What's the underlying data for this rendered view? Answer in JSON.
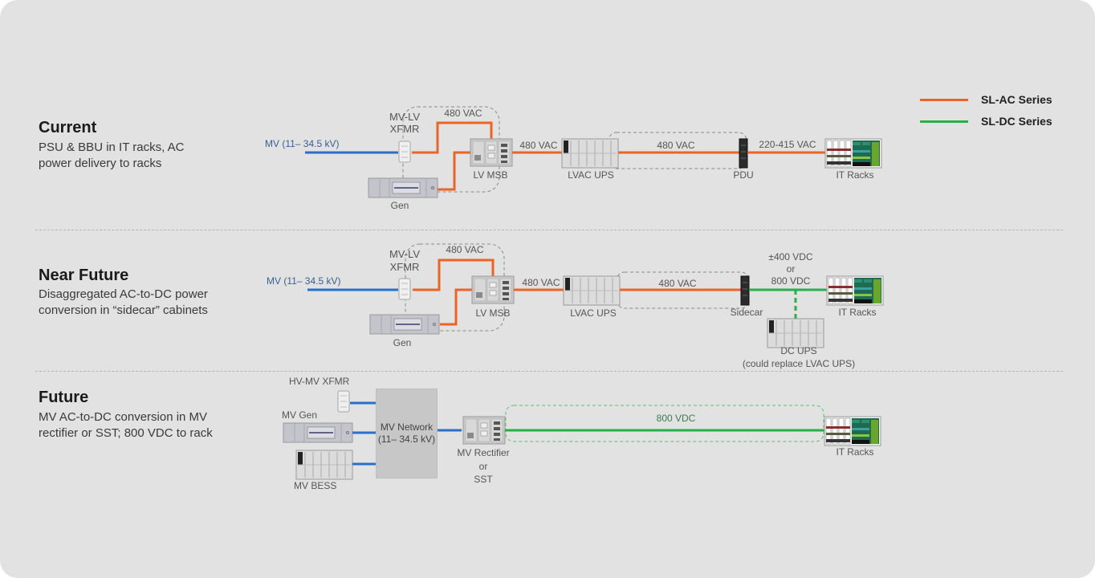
{
  "legend": {
    "items": [
      {
        "label": "SL-AC Series",
        "color": "#ec6424"
      },
      {
        "label": "SL-DC Series",
        "color": "#27b046"
      }
    ]
  },
  "colors": {
    "ac": "#ec6424",
    "dc": "#27b046",
    "mv": "#2a6fc9",
    "dashed": "#8a8a8a"
  },
  "rows": {
    "current": {
      "title": "Current",
      "desc_line1": "PSU & BBU in IT racks, AC",
      "desc_line2": "power delivery to racks",
      "mv_label": "MV (11– 34.5 kV)",
      "xfmr_line1": "MV-LV",
      "xfmr_line2": "XFMR",
      "gen": "Gen",
      "loop_label": "480 VAC",
      "msb": "LV MSB",
      "msb_ups_label": "480 VAC",
      "ups": "LVAC UPS",
      "ups_pdu_label": "480 VAC",
      "pdu": "PDU",
      "pdu_rack_label": "220-415 VAC",
      "racks": "IT Racks"
    },
    "near_future": {
      "title": "Near Future",
      "desc_line1": "Disaggregated AC-to-DC power",
      "desc_line2": "conversion in “sidecar” cabinets",
      "mv_label": "MV (11– 34.5 kV)",
      "xfmr_line1": "MV-LV",
      "xfmr_line2": "XFMR",
      "gen": "Gen",
      "loop_label": "480 VAC",
      "msb": "LV MSB",
      "msb_ups_label": "480 VAC",
      "ups": "LVAC UPS",
      "ups_sidecar_label": "480 VAC",
      "sidecar": "Sidecar",
      "dc_label_line1": "±400 VDC",
      "dc_label_line2": "or",
      "dc_label_line3": "800 VDC",
      "racks": "IT Racks",
      "dc_ups": "DC UPS",
      "dc_ups_note": "(could replace LVAC UPS)"
    },
    "future": {
      "title": "Future",
      "desc_line1": "MV AC-to-DC conversion in MV",
      "desc_line2": "rectifier or SST; 800 VDC to rack",
      "hvmv_xfmr": "HV-MV XFMR",
      "mv_gen": "MV Gen",
      "mv_bess": "MV BESS",
      "mv_network_line1": "MV Network",
      "mv_network_line2": "(11– 34.5 kV)",
      "rectifier_line1": "MV Rectifier",
      "rectifier_line2": "or",
      "rectifier_line3": "SST",
      "dc_label": "800 VDC",
      "racks": "IT Racks"
    }
  }
}
